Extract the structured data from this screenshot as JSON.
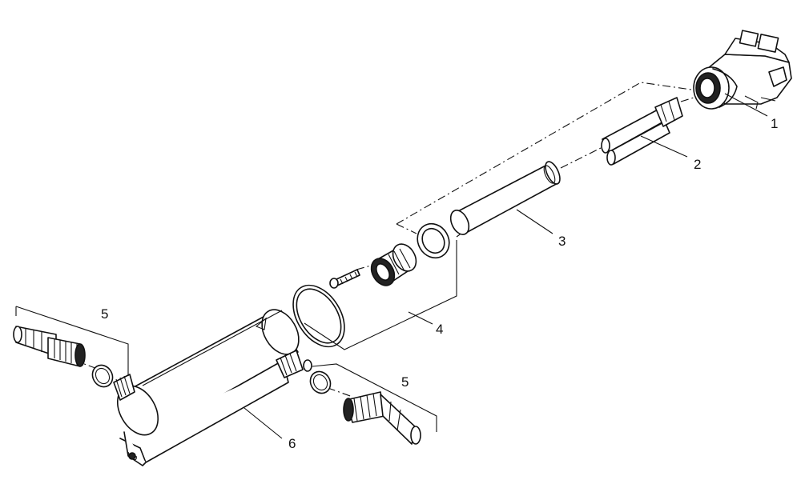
{
  "labels": {
    "part_1": "1",
    "part_2": "2",
    "part_3": "3",
    "part_4": "4",
    "part_5_left": "5",
    "part_5_right": "5",
    "part_6": "6"
  }
}
